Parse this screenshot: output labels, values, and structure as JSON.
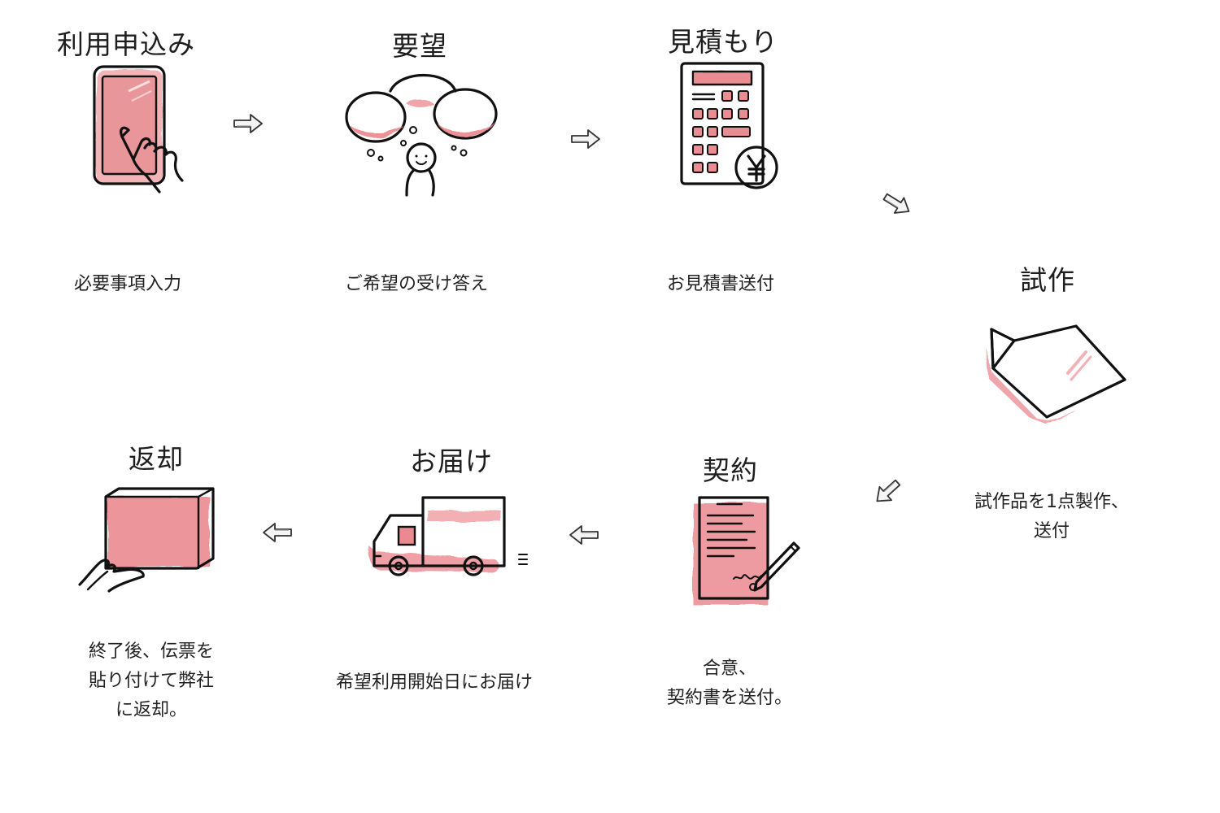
{
  "accent_color": "#e9838a",
  "steps": [
    {
      "title": "利用申込み",
      "icon": "smartphone-tap-icon",
      "description": [
        "必要事項入力"
      ]
    },
    {
      "title": "要望",
      "icon": "thinking-person-icon",
      "description": [
        "ご希望の受け答え"
      ]
    },
    {
      "title": "見積もり",
      "icon": "calculator-yen-icon",
      "description": [
        "お見積書送付"
      ]
    },
    {
      "title": "試作",
      "icon": "prototype-sheet-icon",
      "description": [
        "試作品を1点製作、",
        "送付"
      ]
    },
    {
      "title": "契約",
      "icon": "contract-sign-icon",
      "description": [
        "合意、",
        "契約書を送付。"
      ]
    },
    {
      "title": "お届け",
      "icon": "delivery-truck-icon",
      "description": [
        "希望利用開始日にお届け"
      ]
    },
    {
      "title": "返却",
      "icon": "return-box-icon",
      "description": [
        "終了後、伝票を",
        "貼り付けて弊社",
        "に返却。"
      ]
    }
  ],
  "arrows": [
    "arrow-right-icon",
    "arrow-right-icon",
    "arrow-down-right-icon",
    "arrow-down-left-icon",
    "arrow-left-icon",
    "arrow-left-icon"
  ]
}
